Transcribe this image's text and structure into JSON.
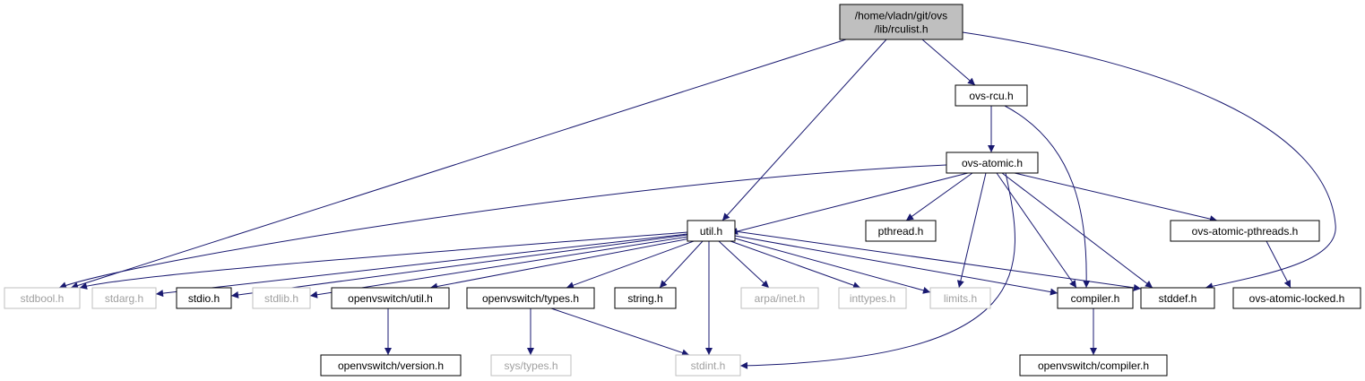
{
  "colors": {
    "edge": "#191970",
    "root_fill": "#bfbfbf",
    "node_border": "#000000",
    "missing_border": "#bfbfbf",
    "missing_text": "#a0a0a0",
    "text": "#000000"
  },
  "nodes": {
    "root": {
      "lines": [
        "/home/vladn/git/ovs",
        "/lib/rculist.h"
      ],
      "kind": "root"
    },
    "ovs_rcu": {
      "lines": [
        "ovs-rcu.h"
      ],
      "kind": "normal"
    },
    "ovs_atomic": {
      "lines": [
        "ovs-atomic.h"
      ],
      "kind": "normal"
    },
    "util": {
      "lines": [
        "util.h"
      ],
      "kind": "normal"
    },
    "pthread": {
      "lines": [
        "pthread.h"
      ],
      "kind": "normal"
    },
    "ovs_atomic_pthreads": {
      "lines": [
        "ovs-atomic-pthreads.h"
      ],
      "kind": "normal"
    },
    "stdbool": {
      "lines": [
        "stdbool.h"
      ],
      "kind": "missing"
    },
    "stdarg": {
      "lines": [
        "stdarg.h"
      ],
      "kind": "missing"
    },
    "stdio": {
      "lines": [
        "stdio.h"
      ],
      "kind": "normal"
    },
    "stdlib": {
      "lines": [
        "stdlib.h"
      ],
      "kind": "missing"
    },
    "ovs_util": {
      "lines": [
        "openvswitch/util.h"
      ],
      "kind": "normal"
    },
    "ovs_types": {
      "lines": [
        "openvswitch/types.h"
      ],
      "kind": "normal"
    },
    "string": {
      "lines": [
        "string.h"
      ],
      "kind": "normal"
    },
    "arpa_inet": {
      "lines": [
        "arpa/inet.h"
      ],
      "kind": "missing"
    },
    "inttypes": {
      "lines": [
        "inttypes.h"
      ],
      "kind": "missing"
    },
    "limits": {
      "lines": [
        "limits.h"
      ],
      "kind": "missing"
    },
    "compiler": {
      "lines": [
        "compiler.h"
      ],
      "kind": "normal"
    },
    "stddef": {
      "lines": [
        "stddef.h"
      ],
      "kind": "normal"
    },
    "ovs_atomic_locked": {
      "lines": [
        "ovs-atomic-locked.h"
      ],
      "kind": "normal"
    },
    "ovs_version": {
      "lines": [
        "openvswitch/version.h"
      ],
      "kind": "normal"
    },
    "sys_types": {
      "lines": [
        "sys/types.h"
      ],
      "kind": "missing"
    },
    "stdint": {
      "lines": [
        "stdint.h"
      ],
      "kind": "missing"
    },
    "ovs_compiler": {
      "lines": [
        "openvswitch/compiler.h"
      ],
      "kind": "normal"
    }
  },
  "edges": [
    [
      "root",
      "stdbool"
    ],
    [
      "root",
      "util"
    ],
    [
      "root",
      "ovs_rcu"
    ],
    [
      "root",
      "stddef"
    ],
    [
      "ovs_rcu",
      "ovs_atomic"
    ],
    [
      "ovs_rcu",
      "compiler"
    ],
    [
      "ovs_atomic",
      "stdbool"
    ],
    [
      "ovs_atomic",
      "util"
    ],
    [
      "ovs_atomic",
      "pthread"
    ],
    [
      "ovs_atomic",
      "ovs_atomic_pthreads"
    ],
    [
      "ovs_atomic",
      "limits"
    ],
    [
      "ovs_atomic",
      "compiler"
    ],
    [
      "ovs_atomic",
      "stddef"
    ],
    [
      "ovs_atomic",
      "stdint"
    ],
    [
      "util",
      "stdbool"
    ],
    [
      "util",
      "stdarg"
    ],
    [
      "util",
      "stdio"
    ],
    [
      "util",
      "stdlib"
    ],
    [
      "util",
      "ovs_util"
    ],
    [
      "util",
      "ovs_types"
    ],
    [
      "util",
      "string"
    ],
    [
      "util",
      "arpa_inet"
    ],
    [
      "util",
      "inttypes"
    ],
    [
      "util",
      "limits"
    ],
    [
      "util",
      "compiler"
    ],
    [
      "util",
      "stddef"
    ],
    [
      "util",
      "stdint"
    ],
    [
      "ovs_atomic_pthreads",
      "ovs_atomic_locked"
    ],
    [
      "ovs_util",
      "ovs_version"
    ],
    [
      "ovs_types",
      "sys_types"
    ],
    [
      "ovs_types",
      "stdint"
    ],
    [
      "compiler",
      "ovs_compiler"
    ]
  ]
}
